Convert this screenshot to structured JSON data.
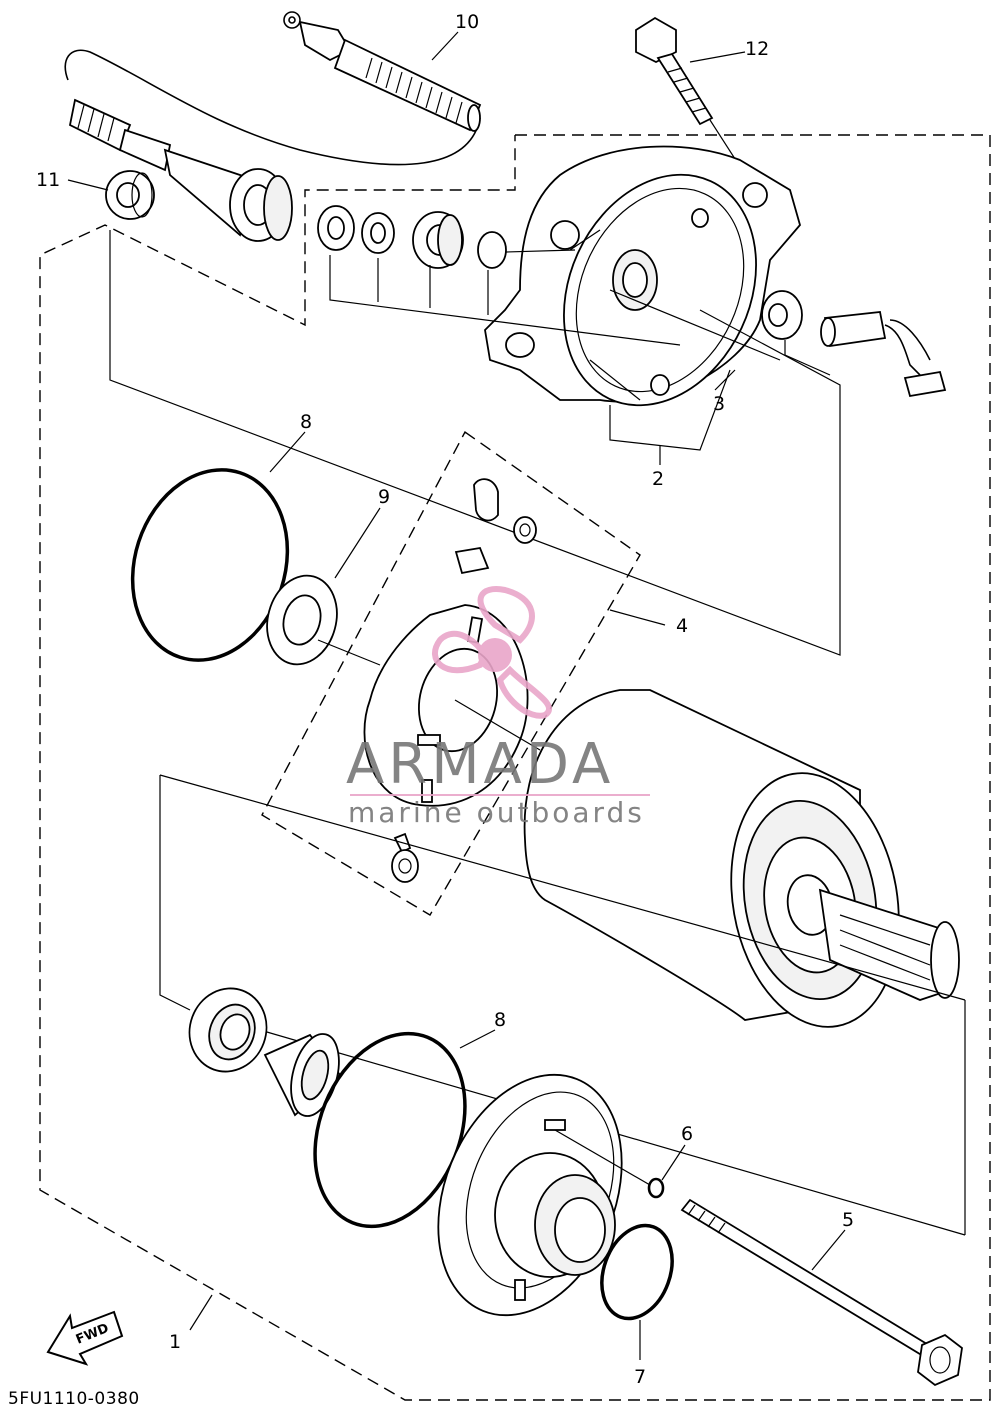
{
  "callouts": {
    "c1": "1",
    "c2": "2",
    "c3": "3",
    "c4": "4",
    "c5": "5",
    "c6": "6",
    "c7": "7",
    "c8a": "8",
    "c8b": "8",
    "c9": "9",
    "c10": "10",
    "c11": "11",
    "c12": "12"
  },
  "fwd_label": "FWD",
  "diagram_code": "5FU1110-0380",
  "watermark": {
    "title": "ARMADA",
    "subtitle": "marine outboards",
    "title_color": "#777777",
    "accent_color": "#e9a6c9"
  }
}
